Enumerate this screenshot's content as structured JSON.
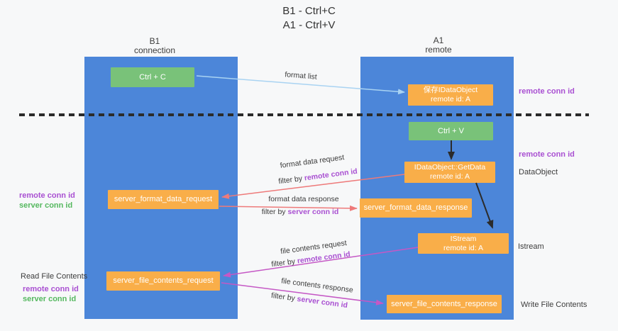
{
  "title": {
    "line1": "B1 - Ctrl+C",
    "line2": "A1 - Ctrl+V"
  },
  "lanes": {
    "left": {
      "name": "B1",
      "sub": "connection"
    },
    "right": {
      "name": "A1",
      "sub": "remote"
    }
  },
  "boxes": {
    "ctrl_c": "Ctrl + C",
    "ctrl_v": "Ctrl + V",
    "save_dataobject": {
      "line1": "保存IDataObject",
      "line2": "remote id: A"
    },
    "getdata": {
      "line1": "IDataObject::GetData",
      "line2": "remote id: A"
    },
    "istream": {
      "line1": "IStream",
      "line2": "remote id: A"
    },
    "format_request": "server_format_data_request",
    "format_response": "server_format_data_response",
    "file_request": "server_file_contents_request",
    "file_response": "server_file_contents_response"
  },
  "arrow_labels": {
    "format_list": "format list",
    "format_data_request": "format data request",
    "format_data_response": "format data response",
    "file_contents_request": "file contents request",
    "file_contents_response": "file contents response",
    "filter_by": "filter by",
    "remote_conn_id": "remote conn id",
    "server_conn_id": "server conn id"
  },
  "side_labels": {
    "remote_conn_id": "remote conn id",
    "server_conn_id": "server conn id",
    "dataobject": "DataObject",
    "istream": "Istream",
    "read_file_contents": "Read File Contents",
    "write_file_contents": "Write File Contents"
  },
  "colors": {
    "background": "#f7f8f9",
    "lane_blue": "#4c86d9",
    "box_green": "#79c279",
    "box_orange": "#f9ae49",
    "arrow_blue": "#a9d3f2",
    "arrow_salmon": "#ee7a7a",
    "arrow_magenta": "#c558c5",
    "arrow_black": "#2b2b2b",
    "text_purple": "#a950d2",
    "text_green": "#55b85f",
    "text_dark": "#3c3c3c"
  }
}
